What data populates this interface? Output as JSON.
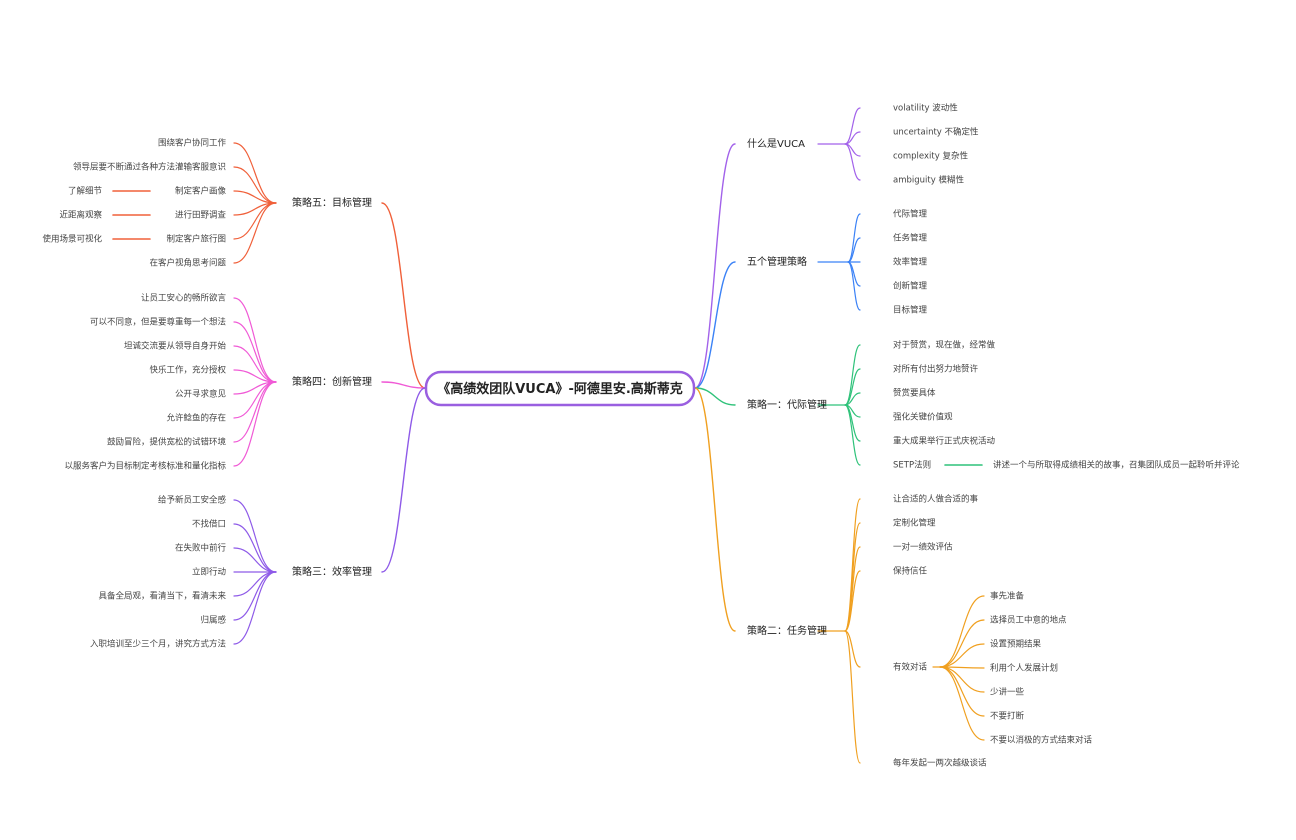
{
  "root": {
    "title": "《高绩效团队VUCA》-阿德里安.高斯蒂克",
    "color": "#9a5fe0"
  },
  "branches": [
    {
      "label": "什么是VUCA",
      "color": "#a262ea",
      "children": [
        {
          "label": "volatility 波动性"
        },
        {
          "label": "uncertainty 不确定性"
        },
        {
          "label": "complexity 复杂性"
        },
        {
          "label": "ambiguity 模糊性"
        }
      ]
    },
    {
      "label": "五个管理策略",
      "color": "#3b82f6",
      "children": [
        {
          "label": "代际管理"
        },
        {
          "label": "任务管理"
        },
        {
          "label": "效率管理"
        },
        {
          "label": "创新管理"
        },
        {
          "label": "目标管理"
        }
      ]
    },
    {
      "label": "策略一：代际管理",
      "color": "#2fc27a",
      "children": [
        {
          "label": "对于赞赏，现在做，经常做"
        },
        {
          "label": "对所有付出努力地赞许"
        },
        {
          "label": "赞赏要具体"
        },
        {
          "label": "强化关键价值观"
        },
        {
          "label": "重大成果举行正式庆祝活动"
        },
        {
          "label": "SETP法则",
          "children": [
            {
              "label": "讲述一个与所取得成绩相关的故事，召集团队成员一起聆听并评论"
            }
          ]
        }
      ]
    },
    {
      "label": "策略二：任务管理",
      "color": "#f0a020",
      "children": [
        {
          "label": "让合适的人做合适的事"
        },
        {
          "label": "定制化管理"
        },
        {
          "label": "一对一绩效评估"
        },
        {
          "label": "保持信任"
        },
        {
          "label": "有效对话",
          "children": [
            {
              "label": "事先准备"
            },
            {
              "label": "选择员工中意的地点"
            },
            {
              "label": "设置预期结果"
            },
            {
              "label": "利用个人发展计划"
            },
            {
              "label": "少讲一些"
            },
            {
              "label": "不要打断"
            },
            {
              "label": "不要以消极的方式结束对话"
            }
          ]
        },
        {
          "label": "每年发起一两次越级谈话"
        }
      ]
    },
    {
      "label": "策略五：目标管理",
      "color": "#f0603a",
      "children": [
        {
          "label": "围绕客户协同工作"
        },
        {
          "label": "领导层要不断通过各种方法灌输客服意识"
        },
        {
          "label": "制定客户画像",
          "children": [
            {
              "label": "了解细节"
            }
          ]
        },
        {
          "label": "进行田野调查",
          "children": [
            {
              "label": "近距离观察"
            }
          ]
        },
        {
          "label": "制定客户旅行图",
          "children": [
            {
              "label": "使用场景可视化"
            }
          ]
        },
        {
          "label": "在客户视角思考问题"
        }
      ]
    },
    {
      "label": "策略四：创新管理",
      "color": "#f05ad6",
      "children": [
        {
          "label": "让员工安心的畅所欲言"
        },
        {
          "label": "可以不同意，但是要尊重每一个想法"
        },
        {
          "label": "坦诚交流要从领导自身开始"
        },
        {
          "label": "快乐工作，充分授权"
        },
        {
          "label": "公开寻求意见"
        },
        {
          "label": "允许鲶鱼的存在"
        },
        {
          "label": "鼓励冒险，提供宽松的试错环境"
        },
        {
          "label": "以服务客户为目标制定考核标准和量化指标"
        }
      ]
    },
    {
      "label": "策略三：效率管理",
      "color": "#8e5ae8",
      "children": [
        {
          "label": "给予新员工安全感"
        },
        {
          "label": "不找借口"
        },
        {
          "label": "在失败中前行"
        },
        {
          "label": "立即行动"
        },
        {
          "label": "具备全局观，看清当下，看清未来"
        },
        {
          "label": "归属感"
        },
        {
          "label": "入职培训至少三个月，讲究方式方法"
        }
      ]
    }
  ]
}
